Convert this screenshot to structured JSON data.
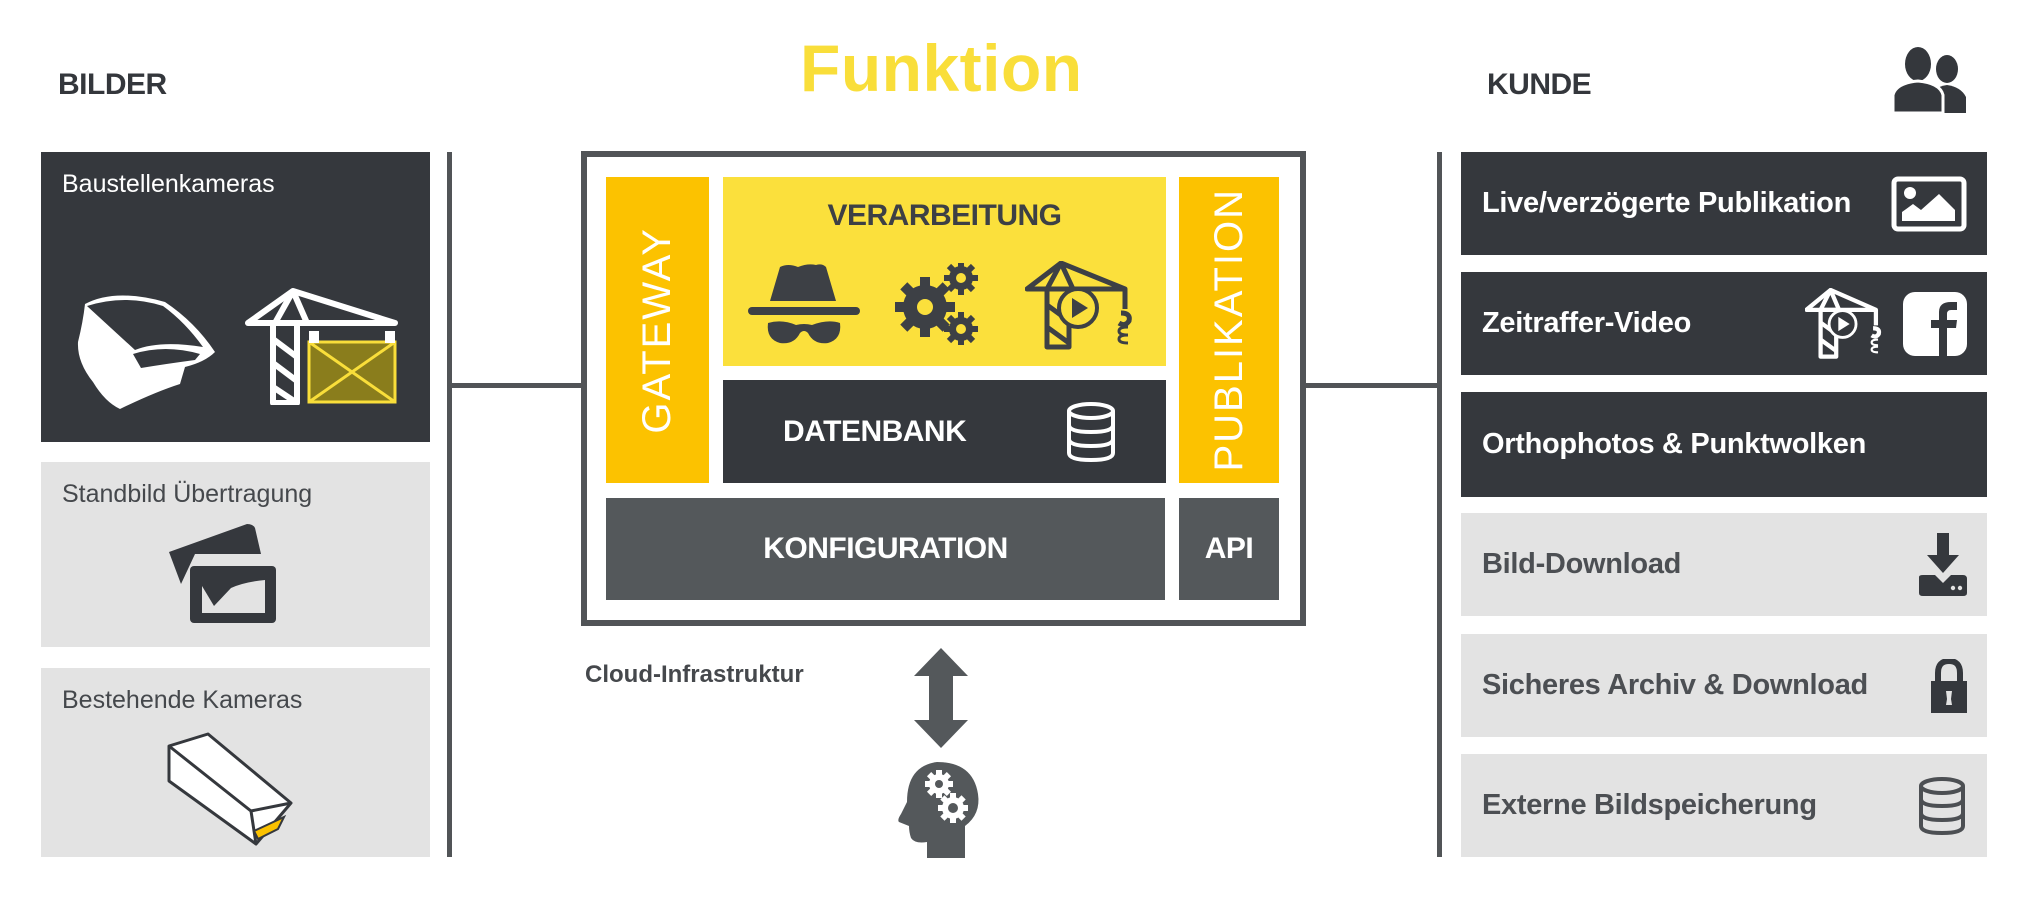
{
  "title": "Funktion",
  "left_column": {
    "header": "BILDER",
    "panels": [
      {
        "label": "Baustellenkameras",
        "style": "dark",
        "icons": [
          "dome-camera-icon",
          "construction-crane-icon"
        ]
      },
      {
        "label": "Standbild Übertragung",
        "style": "light",
        "icons": [
          "photos-icon"
        ]
      },
      {
        "label": "Bestehende Kameras",
        "style": "light",
        "icons": [
          "box-camera-icon"
        ]
      }
    ]
  },
  "center": {
    "gateway": "GATEWAY",
    "processing": {
      "label": "VERARBEITUNG",
      "icons": [
        "incognito-icon",
        "gears-icon",
        "crane-video-icon"
      ]
    },
    "database": {
      "label": "DATENBANK",
      "icon": "database-icon"
    },
    "publication": "PUBLIKATION",
    "configuration": "KONFIGURATION",
    "api": "API",
    "cloud_label": "Cloud-Infrastruktur",
    "bottom_icons": [
      "double-arrow-icon",
      "head-gears-icon"
    ]
  },
  "right_column": {
    "header": "KUNDE",
    "header_icon": "users-icon",
    "panels": [
      {
        "label": "Live/verzögerte Publikation",
        "style": "dark",
        "icons": [
          "image-icon"
        ]
      },
      {
        "label": "Zeitraffer-Video",
        "style": "dark",
        "icons": [
          "crane-video-icon",
          "facebook-icon"
        ]
      },
      {
        "label": "Orthophotos & Punktwolken",
        "style": "dark",
        "icons": []
      },
      {
        "label": "Bild-Download",
        "style": "light",
        "icons": [
          "download-icon"
        ]
      },
      {
        "label": "Sicheres Archiv & Download",
        "style": "light",
        "icons": [
          "lock-icon"
        ]
      },
      {
        "label": "Externe Bildspeicherung",
        "style": "light",
        "icons": [
          "database-icon"
        ]
      }
    ]
  },
  "colors": {
    "title_yellow": "#f9de3a",
    "gold": "#fcc200",
    "yellow": "#fbe03c",
    "dark": "#35383d",
    "grey": "#54585b",
    "light": "#e3e3e3"
  }
}
